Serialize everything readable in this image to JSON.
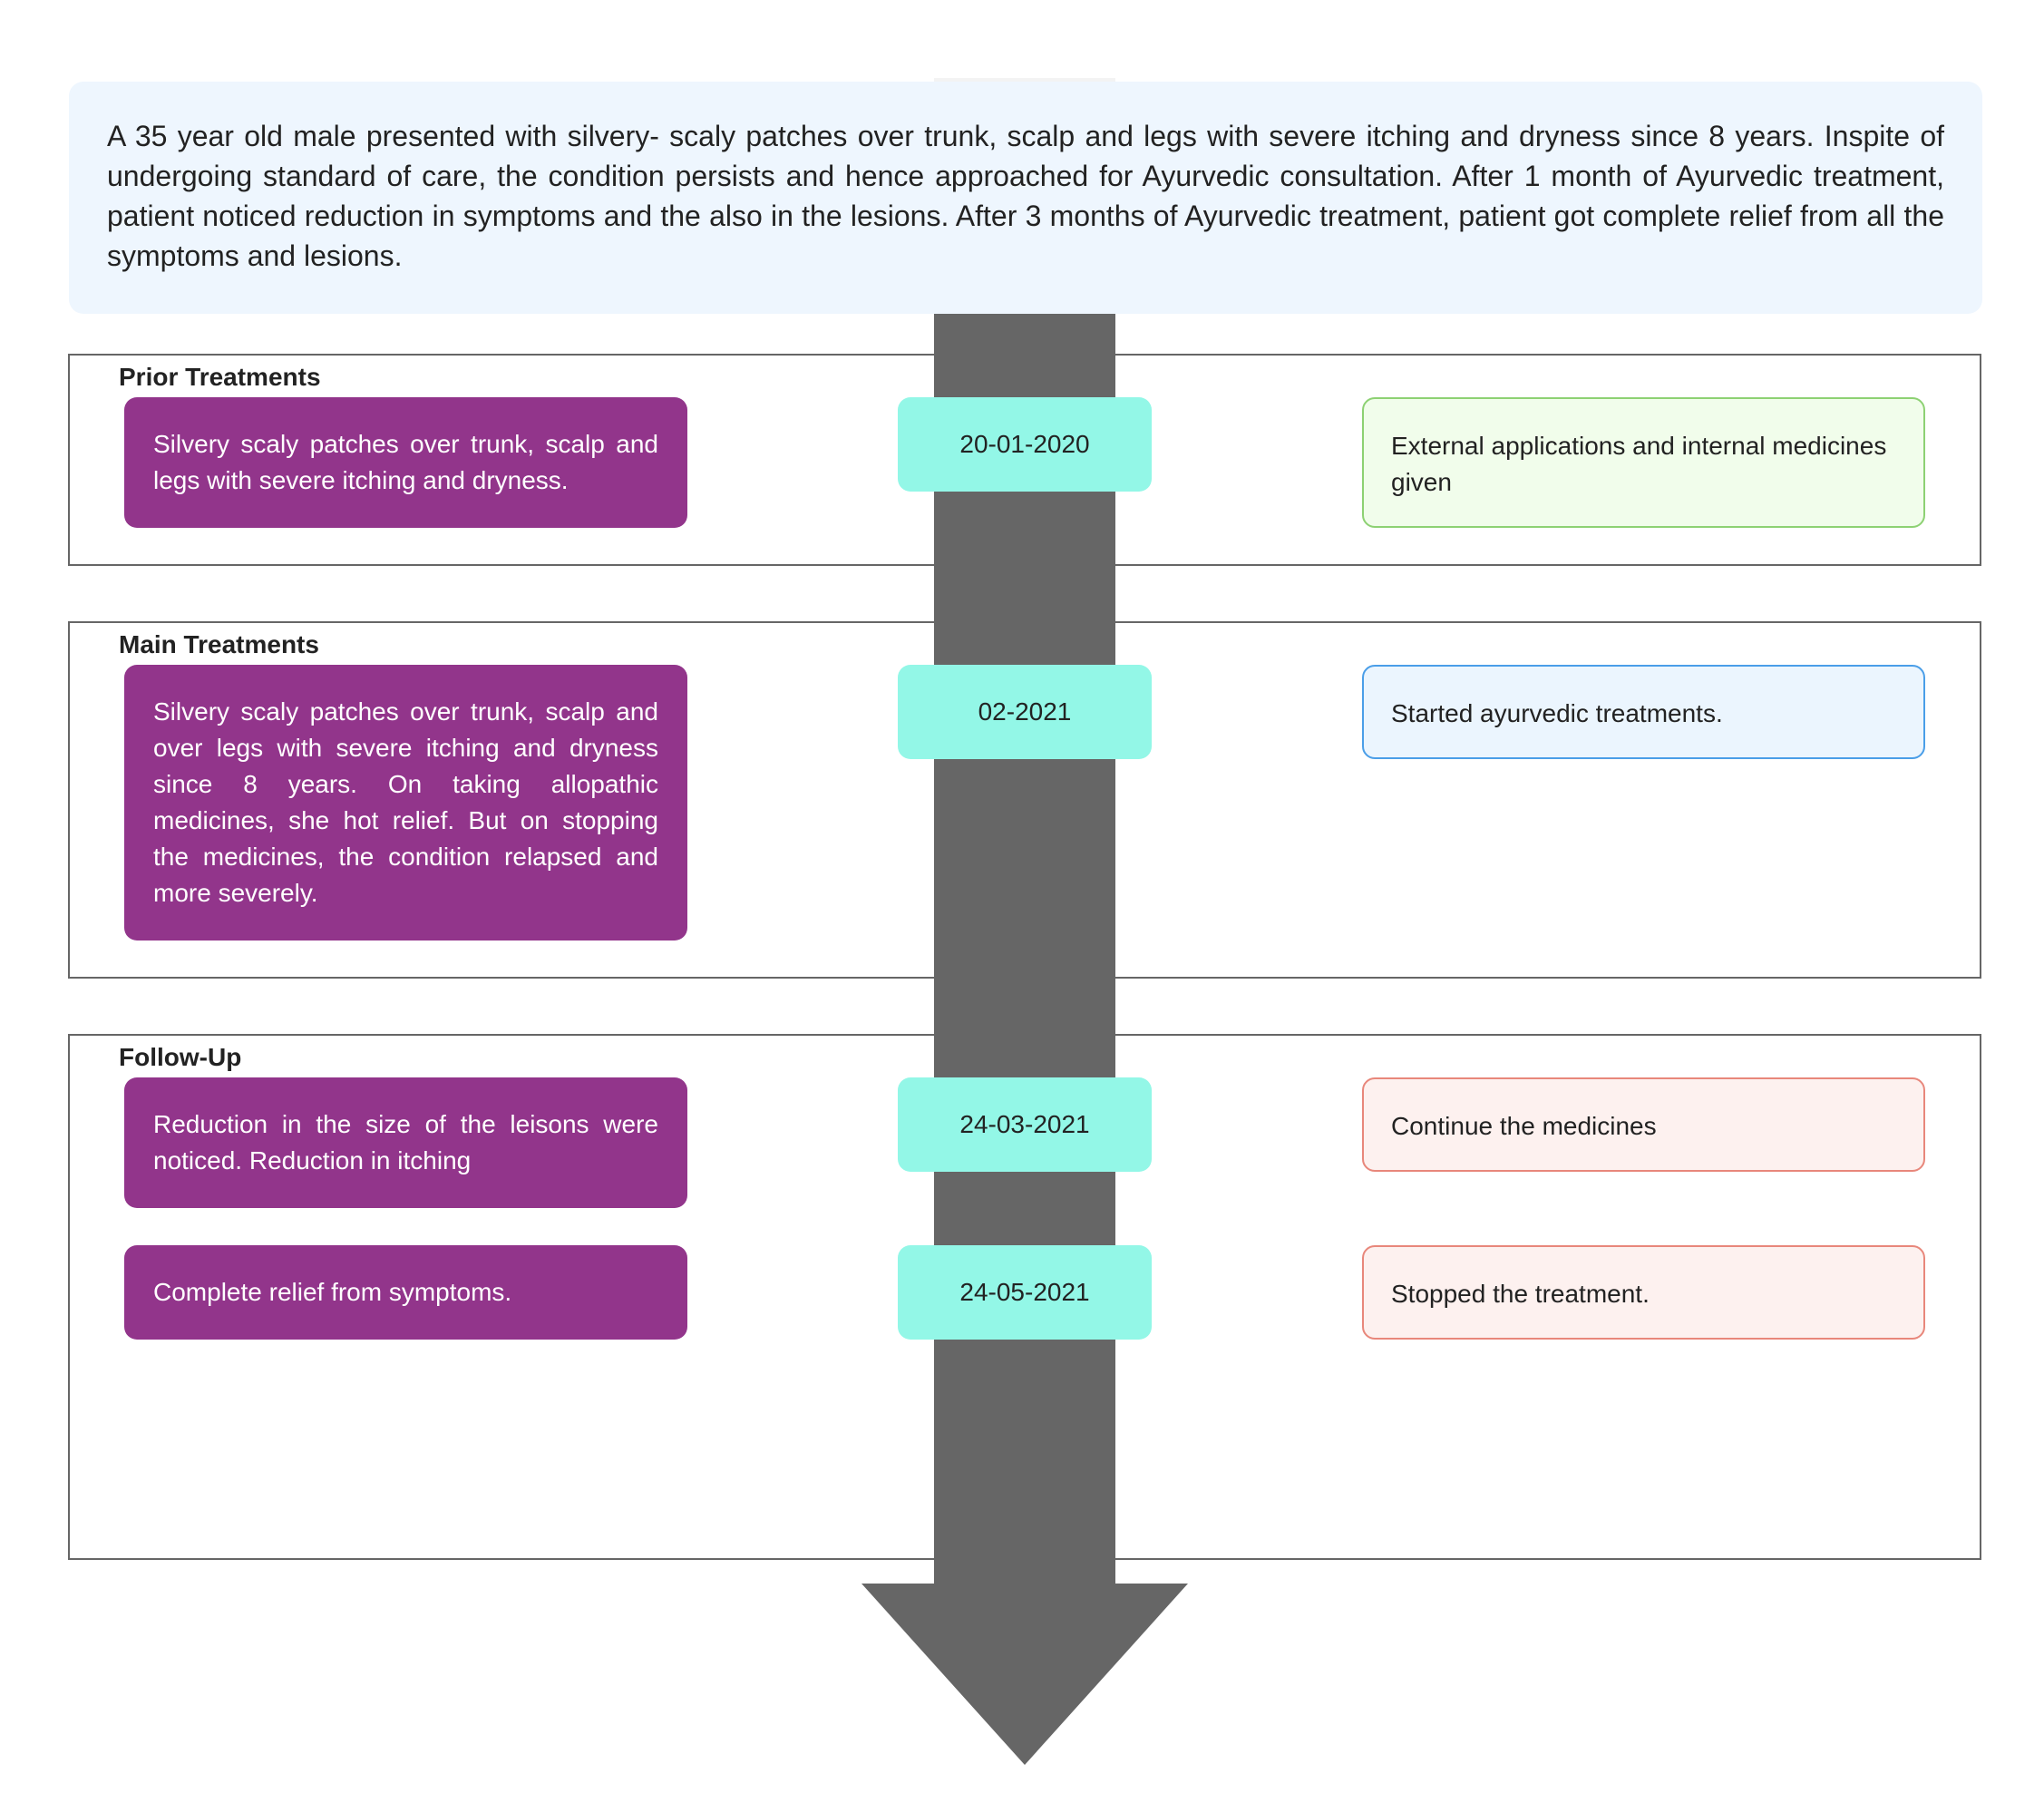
{
  "summary": {
    "text": "A 35 year old male presented with silvery- scaly patches over trunk, scalp and legs with severe itching and dryness since 8 years. Inspite of undergoing standard of care, the condition persists and hence approached for Ayurvedic consultation. After 1 month of Ayurvedic treatment, patient noticed reduction in symptoms and the also in the lesions. After 3 months of Ayurvedic treatment, patient got complete relief from all the symptoms and lesions."
  },
  "sections": [
    {
      "title": "Prior Treatments",
      "events": [
        {
          "finding": "Silvery scaly patches over trunk, scalp and legs with severe itching and dryness.",
          "date": "20-01-2020",
          "action": "External applications and internal medicines given",
          "action_color": "green"
        }
      ]
    },
    {
      "title": "Main Treatments",
      "events": [
        {
          "finding": "Silvery scaly patches over trunk, scalp and over legs with severe itching and dryness since 8 years. On taking allopathic medicines, she hot relief. But on stopping the medicines, the condition relapsed and more severely.",
          "date": "02-2021",
          "action": "Started ayurvedic treatments.",
          "action_color": "blue"
        }
      ]
    },
    {
      "title": "Follow-Up",
      "events": [
        {
          "finding": "Reduction in the size of the leisons were noticed. Reduction in itching",
          "date": "24-03-2021",
          "action": "Continue the medicines",
          "action_color": "red"
        },
        {
          "finding": "Complete relief from symptoms.",
          "date": "24-05-2021",
          "action": "Stopped the treatment.",
          "action_color": "red"
        }
      ]
    }
  ],
  "colors": {
    "finding_card": "#92358b",
    "date_card": "#93f7e7",
    "timeline_arrow": "#666666",
    "summary_background": "#eef6fe"
  }
}
